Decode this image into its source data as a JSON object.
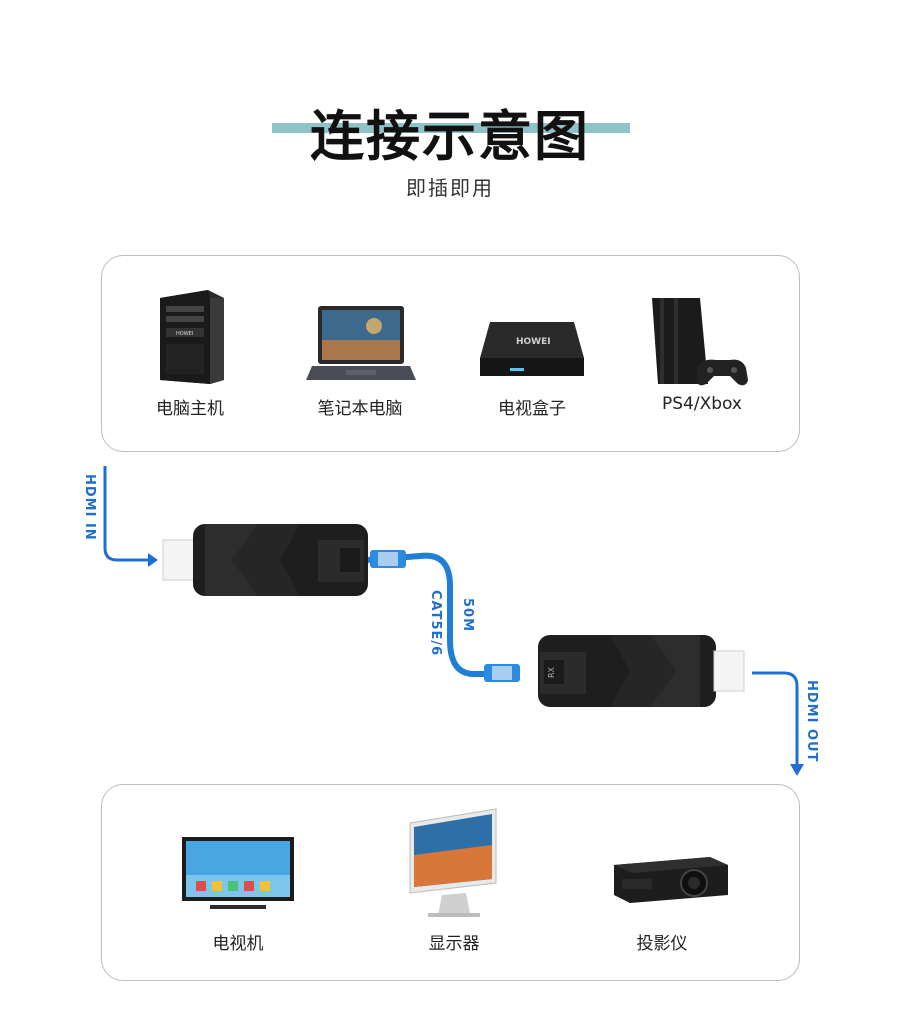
{
  "header": {
    "title": "连接示意图",
    "subtitle": "即插即用"
  },
  "sources": [
    {
      "label": "电脑主机",
      "icon": "desktop-tower-icon"
    },
    {
      "label": "笔记本电脑",
      "icon": "laptop-icon"
    },
    {
      "label": "电视盒子",
      "icon": "tv-box-icon"
    },
    {
      "label": "PS4/Xbox",
      "icon": "game-console-icon"
    }
  ],
  "displays": [
    {
      "label": "电视机",
      "icon": "television-icon"
    },
    {
      "label": "显示器",
      "icon": "monitor-icon"
    },
    {
      "label": "投影仪",
      "icon": "projector-icon"
    }
  ],
  "connection": {
    "input_label": "HDMI IN",
    "output_label": "HDMI OUT",
    "cable_type": "CAT5E/6",
    "cable_length": "50M",
    "tv_box_brand": "HOWEI",
    "tower_brand": "HOWEI",
    "receiver_tag": "RX"
  },
  "colors": {
    "accent": "#1f6fd1",
    "cable": "#1e7fd6",
    "title_bar": "#8fc3c8",
    "box_border": "#bdbdbd"
  }
}
